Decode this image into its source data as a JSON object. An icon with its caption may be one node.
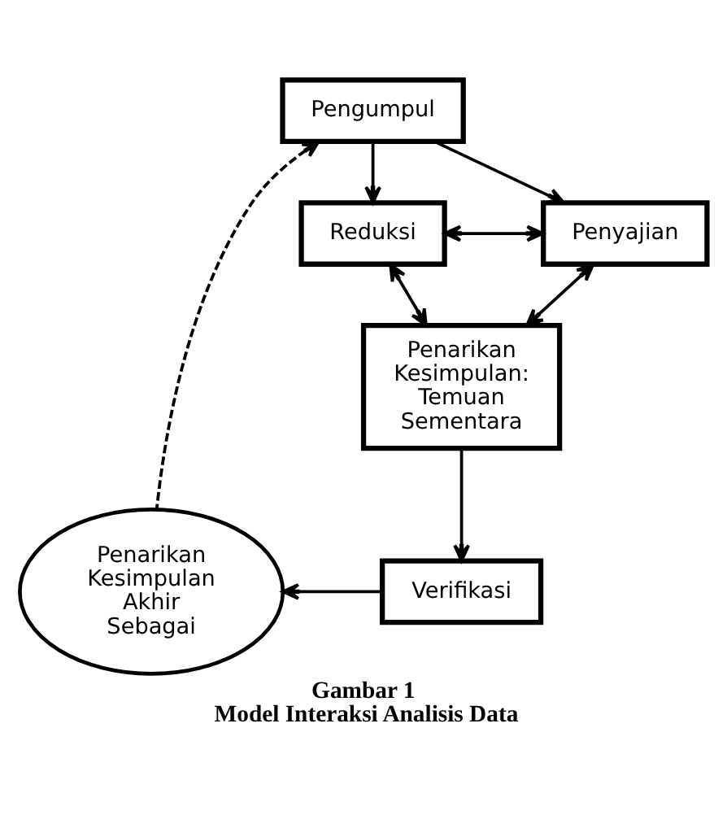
{
  "diagram": {
    "caption": "Gambar 1 Model Interaksi Analisis Data",
    "nodes": [
      {
        "text": [
          "Pengumpul"
        ]
      },
      {
        "text": [
          "Reduksi"
        ]
      },
      {
        "text": [
          "Penyajian"
        ]
      },
      {
        "text": [
          "Penarikan Kesimpulan: Temuan Sementara"
        ]
      },
      {
        "text": [
          "Penarikan Kesimpulan Akhir Sebagai"
        ]
      },
      {
        "text": [
          "Verifikasi"
        ]
      }
    ],
    "edges": [
      {
        "from": 0,
        "to": 1,
        "arrow": "to"
      },
      {
        "from": 0,
        "to": 2,
        "arrow": "to"
      },
      {
        "from": 1,
        "to": 2,
        "arrow": "both"
      },
      {
        "from": 3,
        "to": 1,
        "arrow": "both"
      },
      {
        "from": 3,
        "to": 2,
        "arrow": "both"
      },
      {
        "from": 3,
        "to": 5,
        "arrow": "to"
      },
      {
        "from": 5,
        "to": 4,
        "arrow": "to"
      },
      {
        "from": 4,
        "to": 0,
        "arrow": "to",
        "style": "dashed"
      }
    ]
  }
}
